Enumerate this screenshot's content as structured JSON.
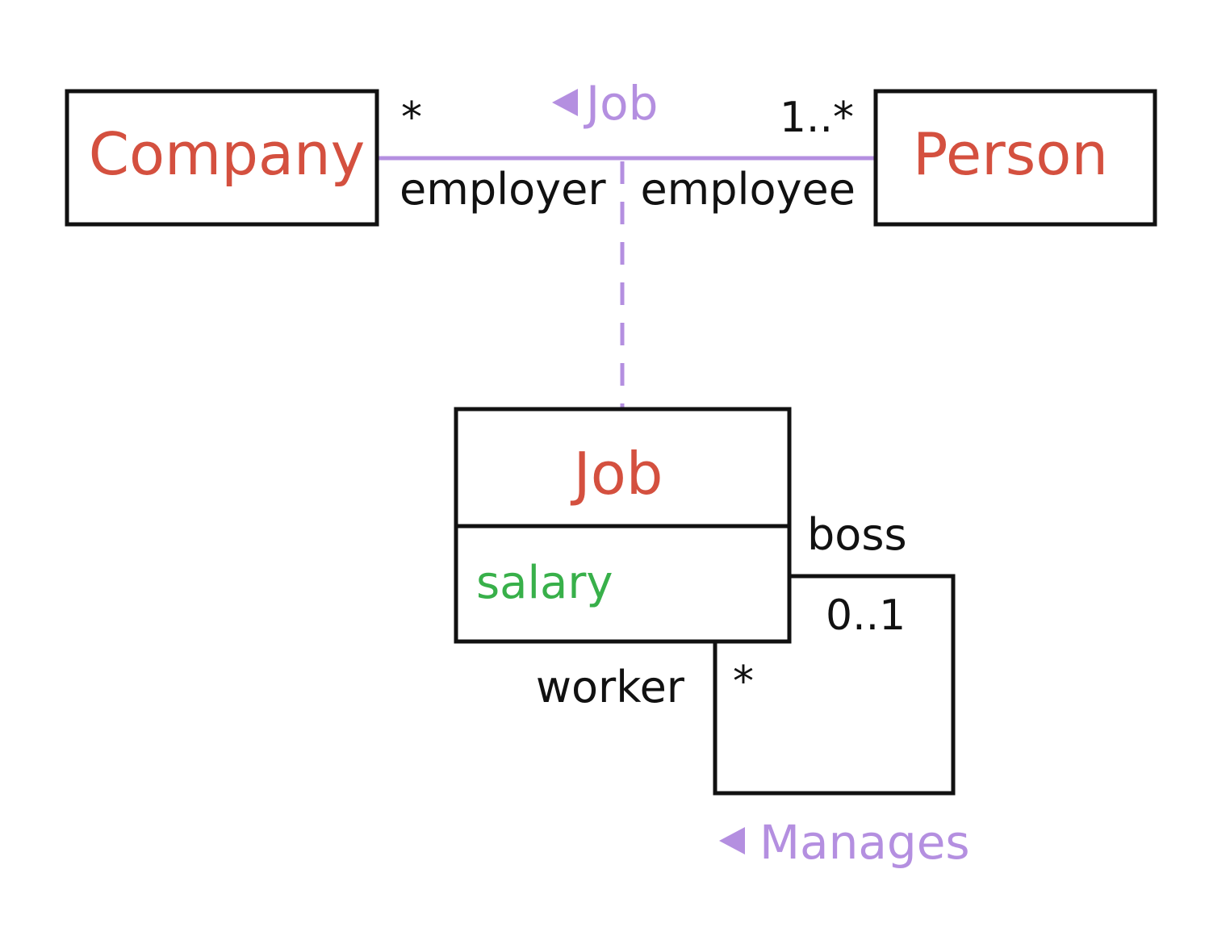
{
  "classes": {
    "company": {
      "name": "Company"
    },
    "person": {
      "name": "Person"
    },
    "job": {
      "name": "Job",
      "attributes": [
        "salary"
      ]
    }
  },
  "associations": {
    "job": {
      "name": "Job",
      "direction": "left",
      "employer_end": {
        "role": "employer",
        "multiplicity": "*"
      },
      "employee_end": {
        "role": "employee",
        "multiplicity": "1..*"
      }
    },
    "manages": {
      "name": "Manages",
      "direction": "left",
      "boss_end": {
        "role": "boss",
        "multiplicity": "0..1"
      },
      "worker_end": {
        "role": "worker",
        "multiplicity": "*"
      }
    }
  },
  "colors": {
    "class_name": "#d4503f",
    "attribute": "#38b04a",
    "association": "#b48fe0",
    "outline": "#111111"
  }
}
